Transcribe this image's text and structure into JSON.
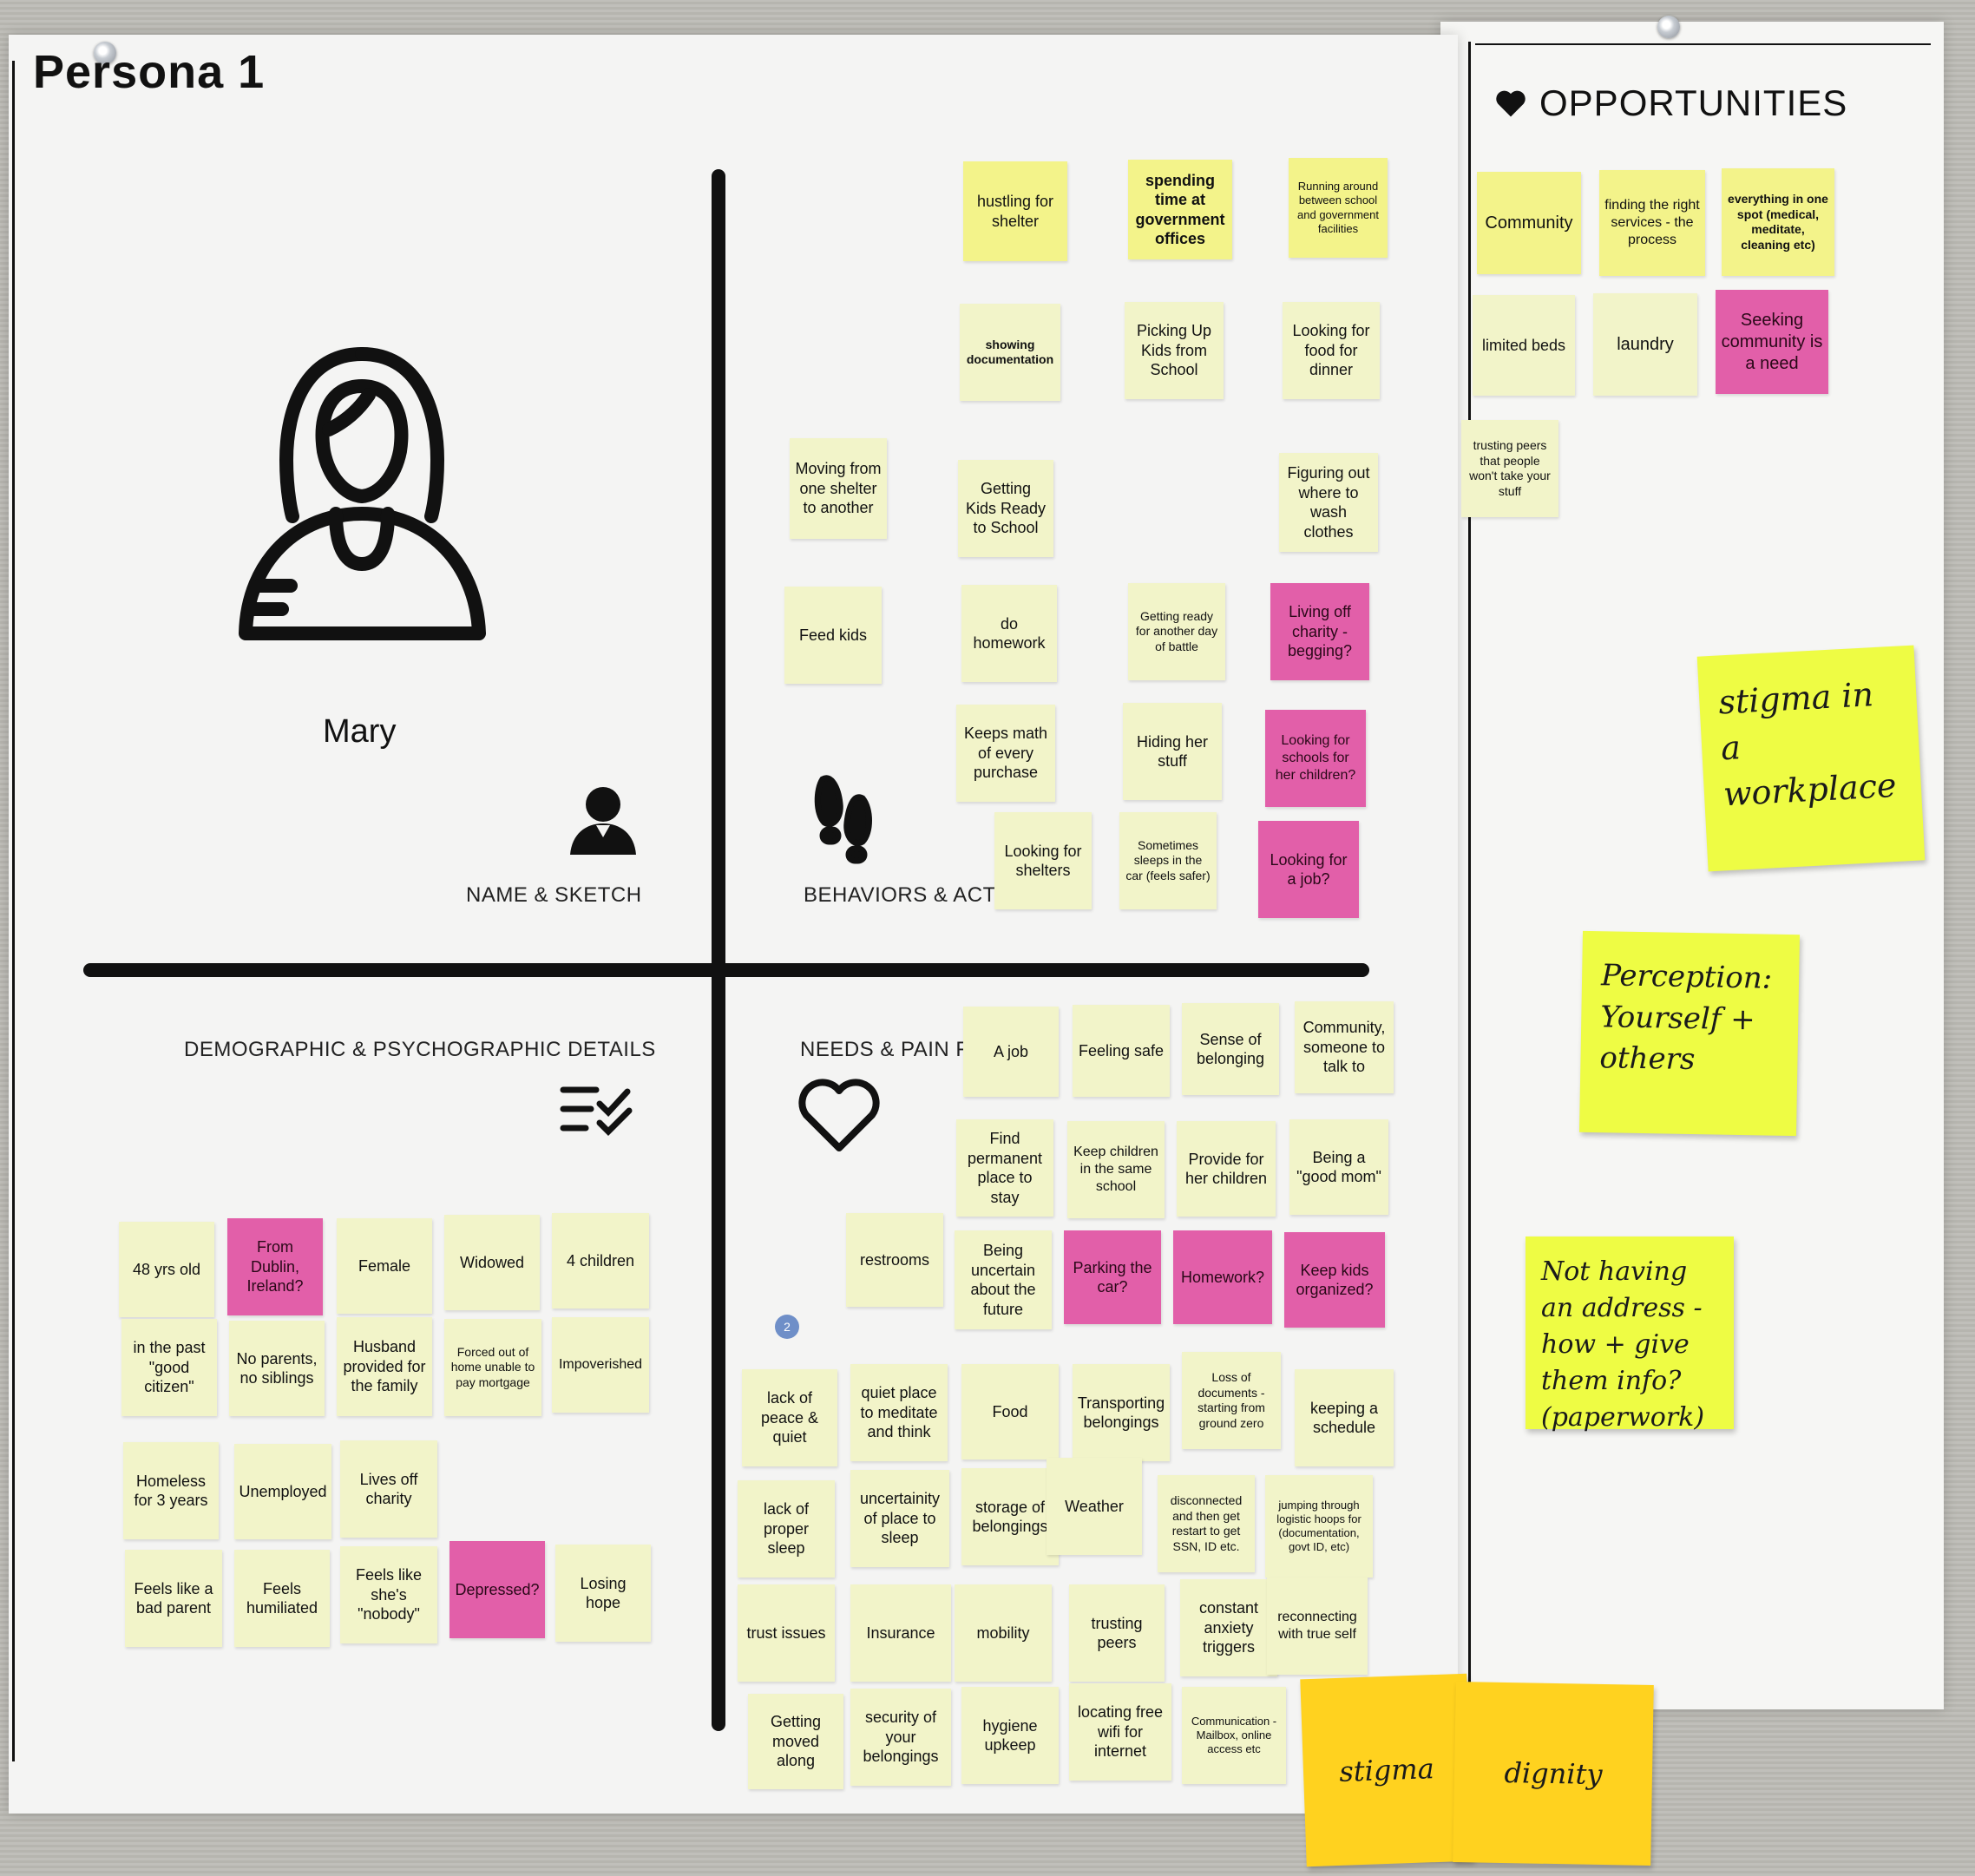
{
  "title": "Persona 1",
  "persona_name": "Mary",
  "opportunities": {
    "heading": "OPPORTUNITIES",
    "notes": [
      "Community",
      "finding the right services - the process",
      "everything in one spot (medical, meditate, cleaning etc)",
      "limited beds",
      "laundry",
      "Seeking community is a need",
      "trusting peers that people won't take your stuff"
    ],
    "handwritten": [
      "stigma in a workplace",
      "Perception: Yourself + others",
      "Not having an address - how + give them info? (paperwork)"
    ]
  },
  "quadrants": {
    "name_sketch": "NAME & SKETCH",
    "behaviors": "BEHAVIORS & ACT",
    "demographic": "DEMOGRAPHIC & PSYCHOGRAPHIC DETAILS",
    "needs": "NEEDS & PAIN F"
  },
  "behaviors_notes": [
    "hustling for shelter",
    "spending time at government offices",
    "Running around between school and government facilities",
    "showing documentation",
    "Picking Up Kids from School",
    "Looking for food for dinner",
    "Moving from one shelter to another",
    "Getting Kids Ready to School",
    "Figuring out where to wash clothes",
    "Feed kids",
    "do homework",
    "Getting ready for another day of battle",
    "Living off charity - begging?",
    "Keeps math of every purchase",
    "Hiding her stuff",
    "Looking for schools for her children?",
    "Looking for shelters",
    "Sometimes sleeps in the car (feels safer)",
    "Looking for a job?"
  ],
  "demographic_notes": [
    "48 yrs old",
    "From Dublin, Ireland?",
    "Female",
    "Widowed",
    "4 children",
    "in the past \"good citizen\"",
    "No parents, no siblings",
    "Husband provided for the family",
    "Forced out of home unable to pay mortgage",
    "Impoverished",
    "Homeless for 3 years",
    "Unemployed",
    "Lives off charity",
    "Feels like a bad parent",
    "Feels humiliated",
    "Feels like she's \"nobody\"",
    "Depressed?",
    "Losing hope"
  ],
  "needs_notes": [
    "A job",
    "Feeling safe",
    "Sense of belonging",
    "Community, someone to talk to",
    "Find permanent place to stay",
    "Keep children in the same school",
    "Provide for her children",
    "Being a \"good mom\"",
    "restrooms",
    "Being uncertain about the future",
    "Parking the car?",
    "Homework?",
    "Keep kids organized?",
    "lack of peace & quiet",
    "quiet place to meditate and think",
    "Food",
    "Transporting belongings",
    "Loss of documents - starting from ground zero",
    "keeping a schedule",
    "lack of proper sleep",
    "uncertainity of place to sleep",
    "storage of belongings",
    "Weather",
    "disconnected and then get restart to get SSN, ID etc.",
    "jumping through logistic hoops for (documentation, govt ID, etc)",
    "trust issues",
    "Insurance",
    "mobility",
    "trusting peers",
    "constant anxiety triggers",
    "reconnecting with true self",
    "Getting moved along",
    "security of your belongings",
    "hygiene upkeep",
    "locating free wifi for internet",
    "Communication - Mailbox, online access etc"
  ],
  "bottom_handwritten": [
    "stigma",
    "dignity"
  ],
  "badge": "2",
  "icons": [
    "heart-icon",
    "person-icon",
    "footsteps-icon",
    "checklist-icon",
    "heart-outline-icon",
    "persona-portrait-icon"
  ],
  "colors": {
    "pale": "#f2f4c9",
    "yellow": "#f3f38a",
    "pink": "#e25fa9",
    "lime": "#eefc44",
    "gold": "#ffd21f"
  }
}
